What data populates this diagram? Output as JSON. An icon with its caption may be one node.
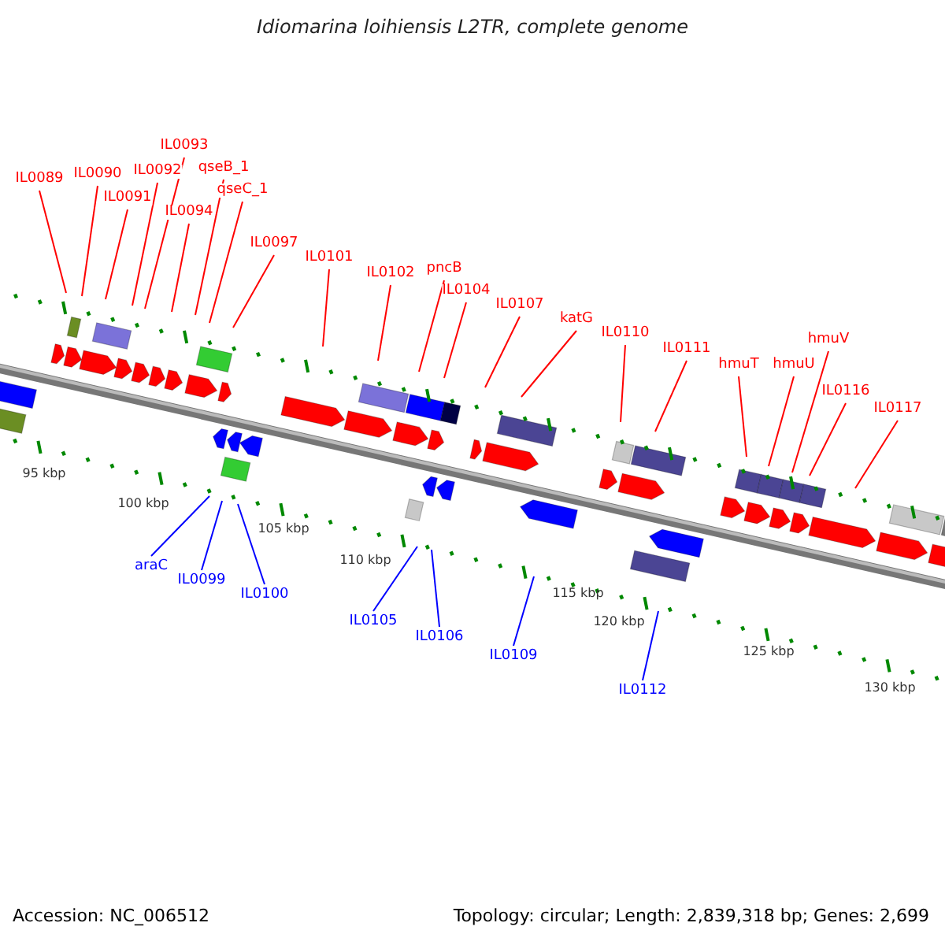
{
  "diagram": {
    "title": "Idiomarina loihiensis L2TR, complete genome",
    "nodes": [
      {
        "text": [
          "IL0089"
        ]
      },
      {
        "text": [
          "IL0090"
        ]
      },
      {
        "text": [
          "IL0091"
        ]
      },
      {
        "text": [
          "IL0092"
        ]
      },
      {
        "text": [
          "IL0093"
        ]
      },
      {
        "text": [
          "qseB_1"
        ]
      },
      {
        "text": [
          "IL0094"
        ]
      },
      {
        "text": [
          "qseC_1"
        ]
      },
      {
        "text": [
          "IL0097"
        ]
      },
      {
        "text": [
          "IL0101"
        ]
      },
      {
        "text": [
          "IL0102"
        ]
      },
      {
        "text": [
          "pncB"
        ]
      },
      {
        "text": [
          "IL0104"
        ]
      },
      {
        "text": [
          "IL0107"
        ]
      },
      {
        "text": [
          "katG"
        ]
      },
      {
        "text": [
          "IL0110"
        ]
      },
      {
        "text": [
          "IL0111"
        ]
      },
      {
        "text": [
          "hmuT"
        ]
      },
      {
        "text": [
          "hmuU"
        ]
      },
      {
        "text": [
          "hmuV"
        ]
      },
      {
        "text": [
          "IL0116"
        ]
      },
      {
        "text": [
          "IL0117"
        ]
      },
      {
        "text": [
          "araC"
        ]
      },
      {
        "text": [
          "IL0099"
        ]
      },
      {
        "text": [
          "IL0100"
        ]
      },
      {
        "text": [
          "IL0105"
        ]
      },
      {
        "text": [
          "IL0106"
        ]
      },
      {
        "text": [
          "IL0109"
        ]
      },
      {
        "text": [
          "IL0112"
        ]
      }
    ],
    "edges": [
      {
        "from": 0,
        "to": null,
        "arrow": "none"
      },
      {
        "from": 1,
        "to": null,
        "arrow": "none"
      },
      {
        "from": 2,
        "to": null,
        "arrow": "none"
      },
      {
        "from": 3,
        "to": null,
        "arrow": "none"
      },
      {
        "from": 4,
        "to": null,
        "arrow": "none"
      },
      {
        "from": 5,
        "to": null,
        "arrow": "none"
      },
      {
        "from": 6,
        "to": null,
        "arrow": "none"
      },
      {
        "from": 7,
        "to": null,
        "arrow": "none"
      },
      {
        "from": 8,
        "to": null,
        "arrow": "none"
      },
      {
        "from": 9,
        "to": null,
        "arrow": "none"
      },
      {
        "from": 10,
        "to": null,
        "arrow": "none"
      },
      {
        "from": 11,
        "to": null,
        "arrow": "none"
      },
      {
        "from": 12,
        "to": null,
        "arrow": "none"
      },
      {
        "from": 13,
        "to": null,
        "arrow": "none"
      },
      {
        "from": 14,
        "to": null,
        "arrow": "none"
      },
      {
        "from": 15,
        "to": null,
        "arrow": "none"
      },
      {
        "from": 16,
        "to": null,
        "arrow": "none"
      },
      {
        "from": 17,
        "to": null,
        "arrow": "none"
      },
      {
        "from": 18,
        "to": null,
        "arrow": "none"
      },
      {
        "from": 19,
        "to": null,
        "arrow": "none"
      },
      {
        "from": 20,
        "to": null,
        "arrow": "none"
      },
      {
        "from": 21,
        "to": null,
        "arrow": "none"
      },
      {
        "from": 22,
        "to": null,
        "arrow": "none",
        "color": "#0000ff"
      },
      {
        "from": 23,
        "to": null,
        "arrow": "none",
        "color": "#0000ff"
      },
      {
        "from": 24,
        "to": null,
        "arrow": "none",
        "color": "#0000ff"
      },
      {
        "from": 25,
        "to": null,
        "arrow": "none",
        "color": "#0000ff"
      },
      {
        "from": 26,
        "to": null,
        "arrow": "none",
        "color": "#0000ff"
      },
      {
        "from": 27,
        "to": null,
        "arrow": "none",
        "color": "#0000ff"
      },
      {
        "from": 28,
        "to": null,
        "arrow": "none",
        "color": "#0000ff"
      }
    ],
    "labels": [
      "95 kbp",
      "100 kbp",
      "105 kbp",
      "110 kbp",
      "115 kbp",
      "120 kbp",
      "125 kbp",
      "130 kbp",
      "Accession: NC_006512",
      "Topology: circular; Length: 2,839,318 bp; Genes: 2,699"
    ]
  }
}
